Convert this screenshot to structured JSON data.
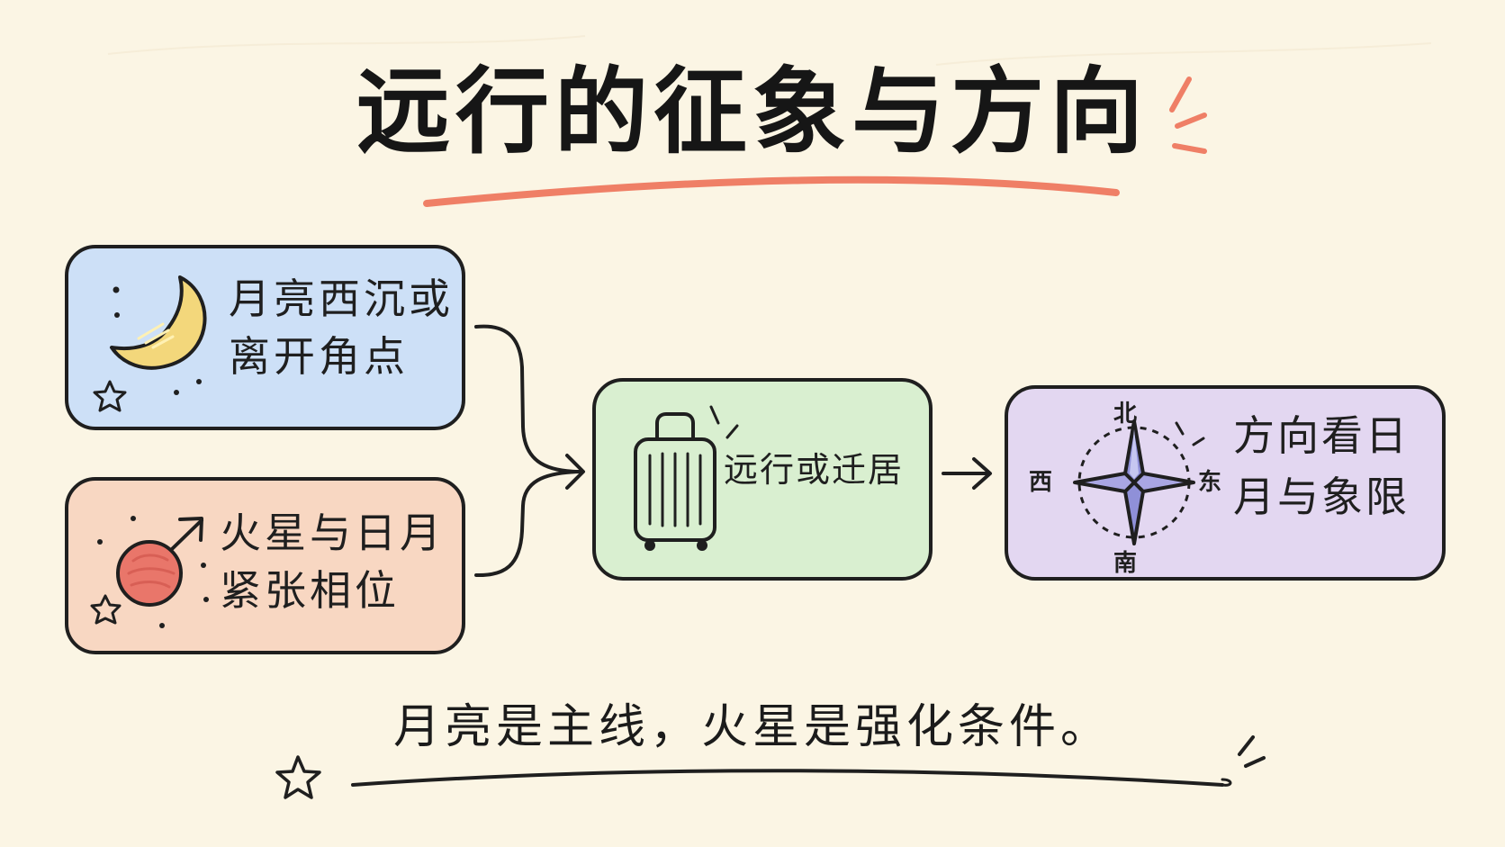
{
  "title": "远行的征象与方向",
  "boxes": {
    "moon": {
      "text": "月亮西沉或离开角点"
    },
    "mars": {
      "text": "火星与日月紧张相位"
    },
    "travel": {
      "text": "远行或迁居"
    },
    "direction": {
      "text": "方向看日月与象限",
      "compass": {
        "north": "北",
        "south": "南",
        "west": "西",
        "east": "东"
      }
    }
  },
  "conclusion": "月亮是主线，火星是强化条件。",
  "colors": {
    "page_background": "#fbf5e4",
    "title_underline": "#ef7f66",
    "moon_box": "#cde0f7",
    "mars_box": "#f8d7c2",
    "travel_box": "#d9efd0",
    "direction_box": "#e3d7f1",
    "moon_fill": "#f3d77b",
    "mars_fill": "#e9766a"
  },
  "icons": {
    "moon": "crescent-moon-icon",
    "mars": "mars-symbol-icon",
    "travel": "suitcase-icon",
    "direction": "compass-rose-icon"
  }
}
